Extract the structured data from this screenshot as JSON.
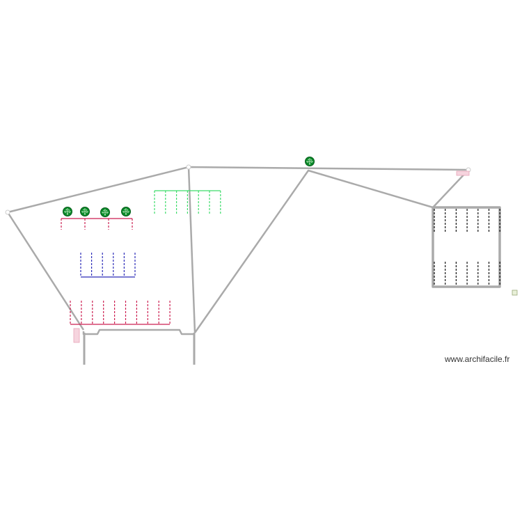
{
  "app": {
    "watermark": "www.archifacile.fr"
  },
  "colors": {
    "wall": "#aaaaaa",
    "tree": "#0a8a2a",
    "row_green": "#3ddc6a",
    "row_crimson": "#cc1e50",
    "row_blue": "#2a2ab8",
    "row_black": "#111111",
    "marker": "#f2b8c8"
  },
  "plan": {
    "trees_count": 5,
    "parking_groups": [
      {
        "name": "green-parking-row",
        "color_key": "row_green",
        "spaces": 7
      },
      {
        "name": "small-crimson-row",
        "color_key": "row_crimson",
        "spaces": 4
      },
      {
        "name": "blue-parking-row",
        "color_key": "row_blue",
        "spaces": 6
      },
      {
        "name": "crimson-parking-row",
        "color_key": "row_crimson",
        "spaces": 10
      },
      {
        "name": "black-parking-row-top",
        "color_key": "row_black",
        "spaces": 7
      },
      {
        "name": "black-parking-row-bottom",
        "color_key": "row_black",
        "spaces": 7
      }
    ]
  }
}
